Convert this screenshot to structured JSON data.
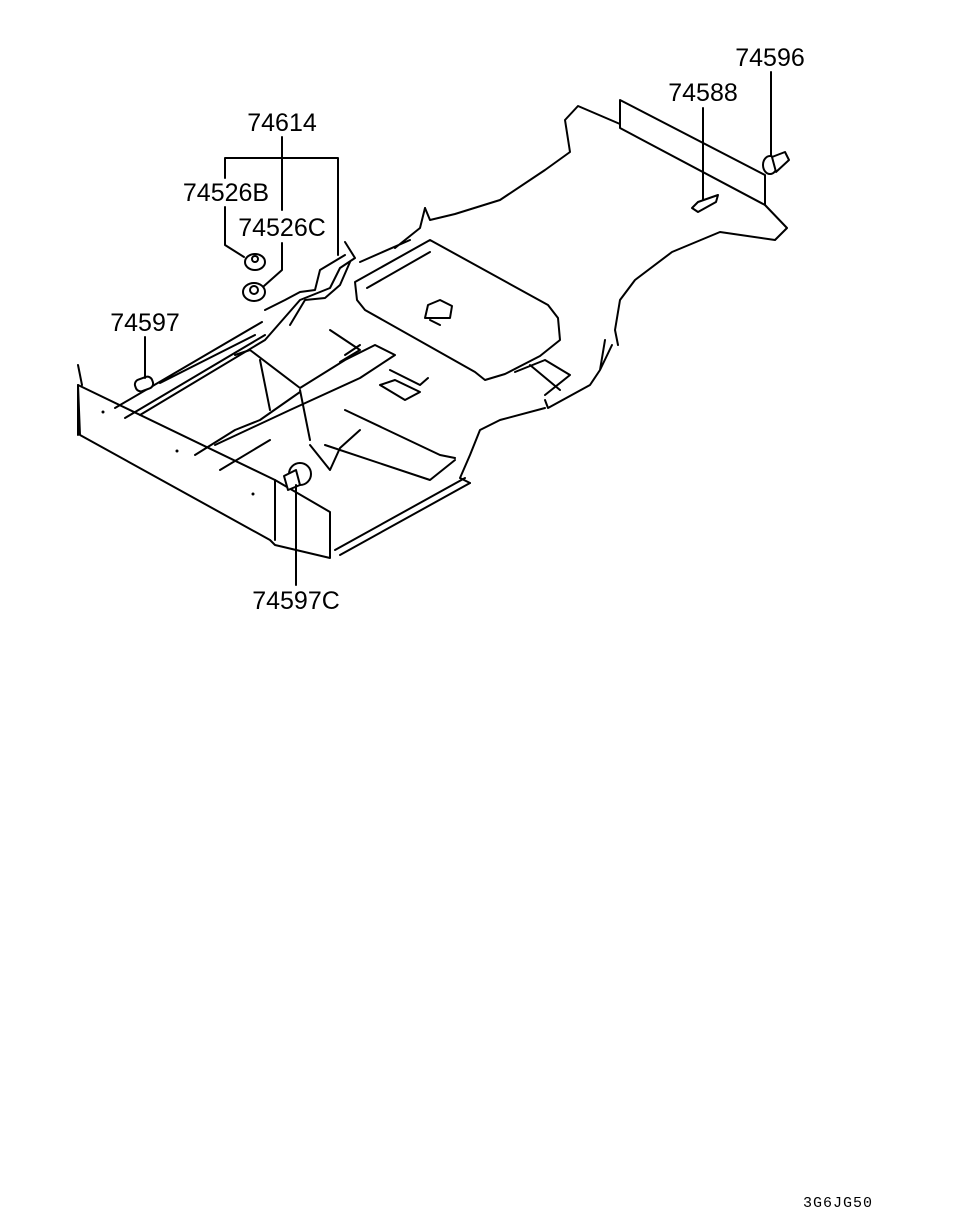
{
  "diagram": {
    "parts": [
      {
        "id": "74614",
        "label": "74614"
      },
      {
        "id": "74526B",
        "label": "74526B"
      },
      {
        "id": "74526C",
        "label": "74526C"
      },
      {
        "id": "74597",
        "label": "74597"
      },
      {
        "id": "74597C",
        "label": "74597C"
      },
      {
        "id": "74588",
        "label": "74588"
      },
      {
        "id": "74596",
        "label": "74596"
      }
    ],
    "drawing_code": "3G6JG50"
  }
}
